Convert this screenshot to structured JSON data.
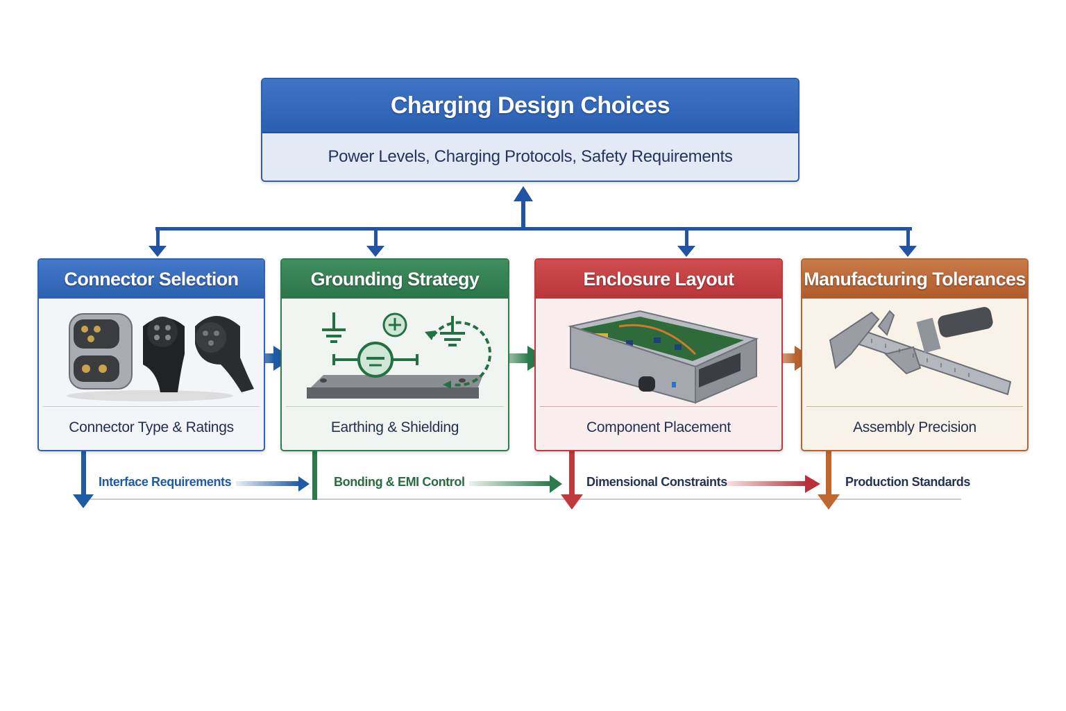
{
  "top": {
    "title": "Charging Design Choices",
    "subtitle": "Power Levels, Charging Protocols, Safety Requirements",
    "color": "#2d5fb0"
  },
  "cards": [
    {
      "title": "Connector Selection",
      "caption": "Connector Type & Ratings",
      "image": "ev-connectors-image",
      "color": "#2f62b4"
    },
    {
      "title": "Grounding Strategy",
      "caption": "Earthing & Shielding",
      "image": "grounding-symbols-image",
      "color": "#2f7d4f"
    },
    {
      "title": "Enclosure Layout",
      "caption": "Component Placement",
      "image": "electronics-enclosure-image",
      "color": "#c0393c"
    },
    {
      "title": "Manufacturing Tolerances",
      "caption": "Assembly Precision",
      "image": "caliper-micrometer-image",
      "color": "#b8622f"
    }
  ],
  "flow_labels": [
    {
      "text": "Interface Requirements",
      "color": "#1f5aa6"
    },
    {
      "text": "Bonding & EMI Control",
      "color": "#2a6b40"
    },
    {
      "text": "Dimensional Constraints",
      "color": "#253353"
    },
    {
      "text": "Production Standards",
      "color": "#253353"
    }
  ]
}
